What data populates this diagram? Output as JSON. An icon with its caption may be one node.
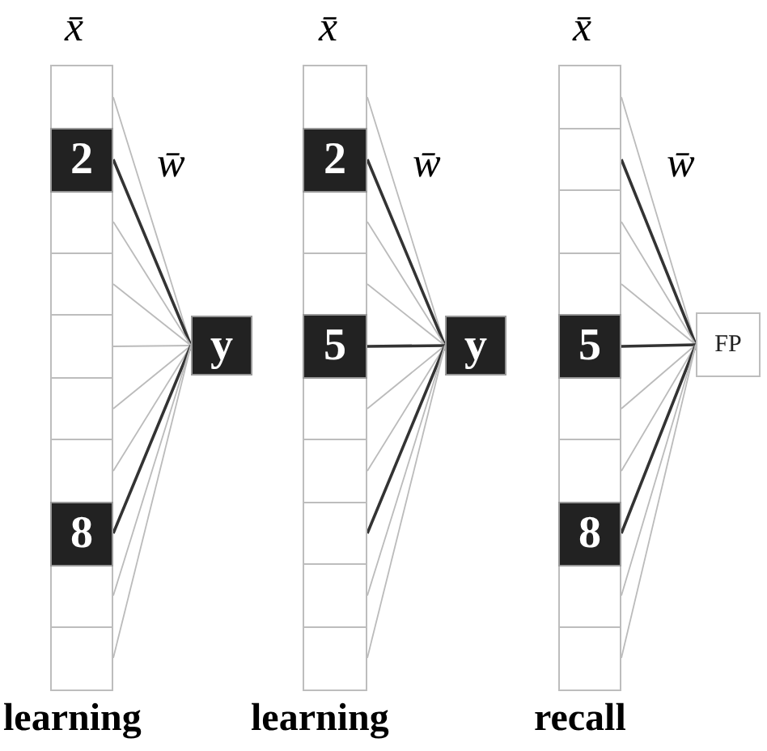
{
  "diagram": {
    "nodes": [
      {
        "text": [],
        "shape": "box"
      },
      {
        "text": [
          "2"
        ]
      },
      {
        "text": [],
        "shape": "box"
      },
      {
        "text": [],
        "shape": "box"
      },
      {
        "text": [],
        "shape": "box"
      },
      {
        "text": [],
        "shape": "box"
      },
      {
        "text": [],
        "shape": "box"
      },
      {
        "text": [
          "8"
        ]
      },
      {
        "text": [],
        "shape": "box"
      },
      {
        "text": [],
        "shape": "box"
      },
      {
        "text": [
          "y"
        ]
      },
      {
        "text": [],
        "shape": "box"
      },
      {
        "text": [
          "2"
        ]
      },
      {
        "text": [],
        "shape": "box"
      },
      {
        "text": [],
        "shape": "box"
      },
      {
        "text": [
          "5"
        ]
      },
      {
        "text": [],
        "shape": "box"
      },
      {
        "text": [],
        "shape": "box"
      },
      {
        "text": [],
        "shape": "box"
      },
      {
        "text": [],
        "shape": "box"
      },
      {
        "text": [],
        "shape": "box"
      },
      {
        "text": [
          "y"
        ]
      },
      {
        "text": [],
        "shape": "box"
      },
      {
        "text": [],
        "shape": "box"
      },
      {
        "text": [],
        "shape": "box"
      },
      {
        "text": [],
        "shape": "box"
      },
      {
        "text": [
          "5"
        ]
      },
      {
        "text": [],
        "shape": "box"
      },
      {
        "text": [],
        "shape": "box"
      },
      {
        "text": [
          "8"
        ]
      },
      {
        "text": [],
        "shape": "box"
      },
      {
        "text": [],
        "shape": "box"
      },
      {
        "text": [
          "FP"
        ]
      }
    ],
    "edges": [
      {
        "from": 0,
        "to": 10,
        "arrow": "none"
      },
      {
        "from": 1,
        "to": 10,
        "arrow": "none",
        "color": "#333333"
      },
      {
        "from": 2,
        "to": 10,
        "arrow": "none"
      },
      {
        "from": 3,
        "to": 10,
        "arrow": "none"
      },
      {
        "from": 4,
        "to": 10,
        "arrow": "none"
      },
      {
        "from": 5,
        "to": 10,
        "arrow": "none"
      },
      {
        "from": 6,
        "to": 10,
        "arrow": "none"
      },
      {
        "from": 7,
        "to": 10,
        "arrow": "none",
        "color": "#333333"
      },
      {
        "from": 8,
        "to": 10,
        "arrow": "none"
      },
      {
        "from": 9,
        "to": 10,
        "arrow": "none"
      },
      {
        "from": 11,
        "to": 21,
        "arrow": "none"
      },
      {
        "from": 12,
        "to": 21,
        "arrow": "none",
        "color": "#333333"
      },
      {
        "from": 13,
        "to": 21,
        "arrow": "none"
      },
      {
        "from": 14,
        "to": 21,
        "arrow": "none"
      },
      {
        "from": 15,
        "to": 21,
        "arrow": "none",
        "color": "#333333"
      },
      {
        "from": 16,
        "to": 21,
        "arrow": "none"
      },
      {
        "from": 17,
        "to": 21,
        "arrow": "none"
      },
      {
        "from": 18,
        "to": 21,
        "arrow": "none",
        "color": "#333333"
      },
      {
        "from": 19,
        "to": 21,
        "arrow": "none"
      },
      {
        "from": 20,
        "to": 21,
        "arrow": "none"
      },
      {
        "from": 22,
        "to": 32,
        "arrow": "none"
      },
      {
        "from": 23,
        "to": 32,
        "arrow": "none",
        "color": "#333333"
      },
      {
        "from": 24,
        "to": 32,
        "arrow": "none"
      },
      {
        "from": 25,
        "to": 32,
        "arrow": "none"
      },
      {
        "from": 26,
        "to": 32,
        "arrow": "none",
        "color": "#333333"
      },
      {
        "from": 27,
        "to": 32,
        "arrow": "none"
      },
      {
        "from": 28,
        "to": 32,
        "arrow": "none"
      },
      {
        "from": 29,
        "to": 32,
        "arrow": "none",
        "color": "#333333"
      },
      {
        "from": 30,
        "to": 32,
        "arrow": "none"
      },
      {
        "from": 31,
        "to": 32,
        "arrow": "none"
      }
    ],
    "labels": [
      "x̄",
      "x̄",
      "x̄",
      "w̄",
      "w̄",
      "w̄",
      "learning",
      "learning",
      "recall"
    ]
  }
}
